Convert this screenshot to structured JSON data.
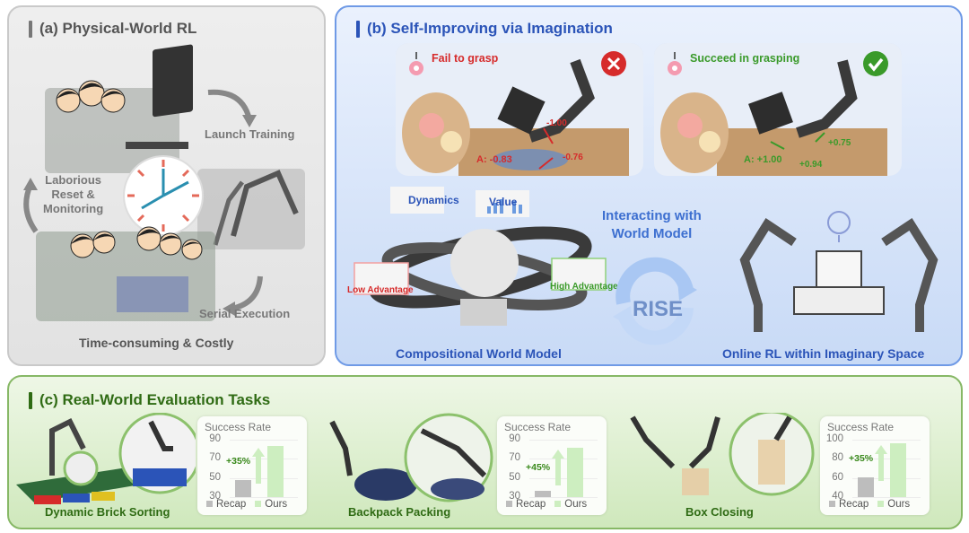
{
  "panel_a": {
    "title": "(a) Physical-World RL",
    "launch_training": "Launch Training",
    "laborious": [
      "Laborious",
      "Reset &",
      "Monitoring"
    ],
    "serial_execution": "Serial Execution",
    "footer": "Time-consuming & Costly"
  },
  "panel_b": {
    "title": "(b) Self-Improving via Imagination",
    "fail": {
      "text": "Fail to grasp",
      "a_label": "A: -0.83",
      "v1": "-1.00",
      "v2": "-0.76"
    },
    "success": {
      "text": "Succeed in grasping",
      "a_label": "A: +1.00",
      "v1": "+0.75",
      "v2": "+0.94"
    },
    "dynamics": "Dynamics",
    "value": "Value",
    "low_adv": "Low Advantage",
    "high_adv": "High Advantage",
    "interact": [
      "Interacting with",
      "World Model"
    ],
    "rise": "RISE",
    "cwm": "Compositional World Model",
    "online_rl": "Online RL within Imaginary Space"
  },
  "panel_c": {
    "title": "(c) Real-World Evaluation Tasks",
    "legend": {
      "recap": "Recap",
      "ours": "Ours"
    },
    "tasks": [
      {
        "name": "Dynamic Brick Sorting",
        "chart_title": "Success Rate",
        "ticks": [
          "90",
          "70",
          "50",
          "30"
        ],
        "ymin": 30,
        "ymax": 90,
        "recap": 48,
        "ours": 83,
        "gain": "+35%"
      },
      {
        "name": "Backpack Packing",
        "chart_title": "Success Rate",
        "ticks": [
          "90",
          "70",
          "50",
          "30"
        ],
        "ymin": 30,
        "ymax": 90,
        "recap": 37,
        "ours": 82,
        "gain": "+45%"
      },
      {
        "name": "Box Closing",
        "chart_title": "Success Rate",
        "ticks": [
          "100",
          "80",
          "60",
          "40"
        ],
        "ymin": 40,
        "ymax": 100,
        "recap": 61,
        "ours": 96,
        "gain": "+35%"
      }
    ]
  },
  "colors": {
    "recap": "#bdbdbd",
    "ours": "#cdeec0",
    "fail": "#d62b2b",
    "success": "#3a9a2a",
    "blue": "#2b54b8"
  }
}
